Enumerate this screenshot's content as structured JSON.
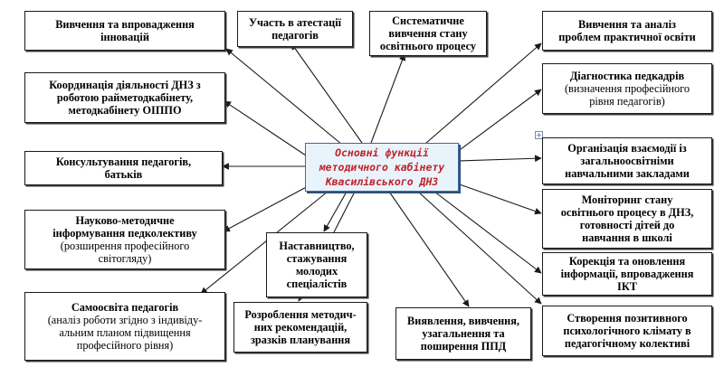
{
  "center": {
    "line1": "Основні функції",
    "line2": "методичного кабінету",
    "line3": "Квасилівського ДНЗ"
  },
  "boxes": {
    "innovations": {
      "l1": "Вивчення та впровадження",
      "l2": "інновацій"
    },
    "attestation": {
      "l1": "Участь в атестації",
      "l2": "педагогів"
    },
    "systematic": {
      "l1": "Систематичне",
      "l2": "вивчення стану",
      "l3": "освітнього процесу"
    },
    "problems": {
      "l1": "Вивчення та аналіз",
      "l2": "проблем практичної освіти"
    },
    "coordination": {
      "l1": "Координація діяльності ДНЗ з",
      "l2": "роботою райметодкабінету,",
      "l3": "методкабінету ОІППО"
    },
    "diagnostics": {
      "l1": "Діагностика педкадрів",
      "l2": "(визначення професійного",
      "l3": "рівня педагогів)"
    },
    "consulting": {
      "l1": "Консультування педагогів,",
      "l2": "батьків"
    },
    "interaction": {
      "l1": "Організація взаємодії із",
      "l2": "загальноосвітніми",
      "l3": "навчальними закладами"
    },
    "informing": {
      "l1": "Науково-методичне",
      "l2": "інформування педколективу",
      "l3": "(розширення професійного",
      "l4": "світогляду)"
    },
    "monitoring": {
      "l1": "Моніторинг стану",
      "l2": "освітнього процесу в ДНЗ,",
      "l3": "готовності дітей до",
      "l4": "навчання в школі"
    },
    "mentoring": {
      "l1": "Наставництво,",
      "l2": "стажування",
      "l3": "молодих",
      "l4": "спеціалістів"
    },
    "ict": {
      "l1": "Корекція та оновлення",
      "l2": "інформації, впровадження",
      "l3": "ІКТ"
    },
    "selfedu": {
      "l1": "Самоосвіта педагогів",
      "l2": "(аналіз роботи згідно з індивіду-",
      "l3": "альним планом підвищення",
      "l4": "професійного рівня)"
    },
    "recommendations": {
      "l1": "Розроблення методич-",
      "l2": "них рекомендацій,",
      "l3": "зразків планування"
    },
    "ppd": {
      "l1": "Виявлення, вивчення,",
      "l2": "узагальнення та",
      "l3": "поширення ППД"
    },
    "climate": {
      "l1": "Створення позитивного",
      "l2": "психологічного клімату в",
      "l3": "педагогічному колективі"
    }
  },
  "colors": {
    "center_fill": "#e9f3fb",
    "center_text": "#c0232a",
    "center_border": "#3b6aa0",
    "line": "#1a1a1a"
  }
}
